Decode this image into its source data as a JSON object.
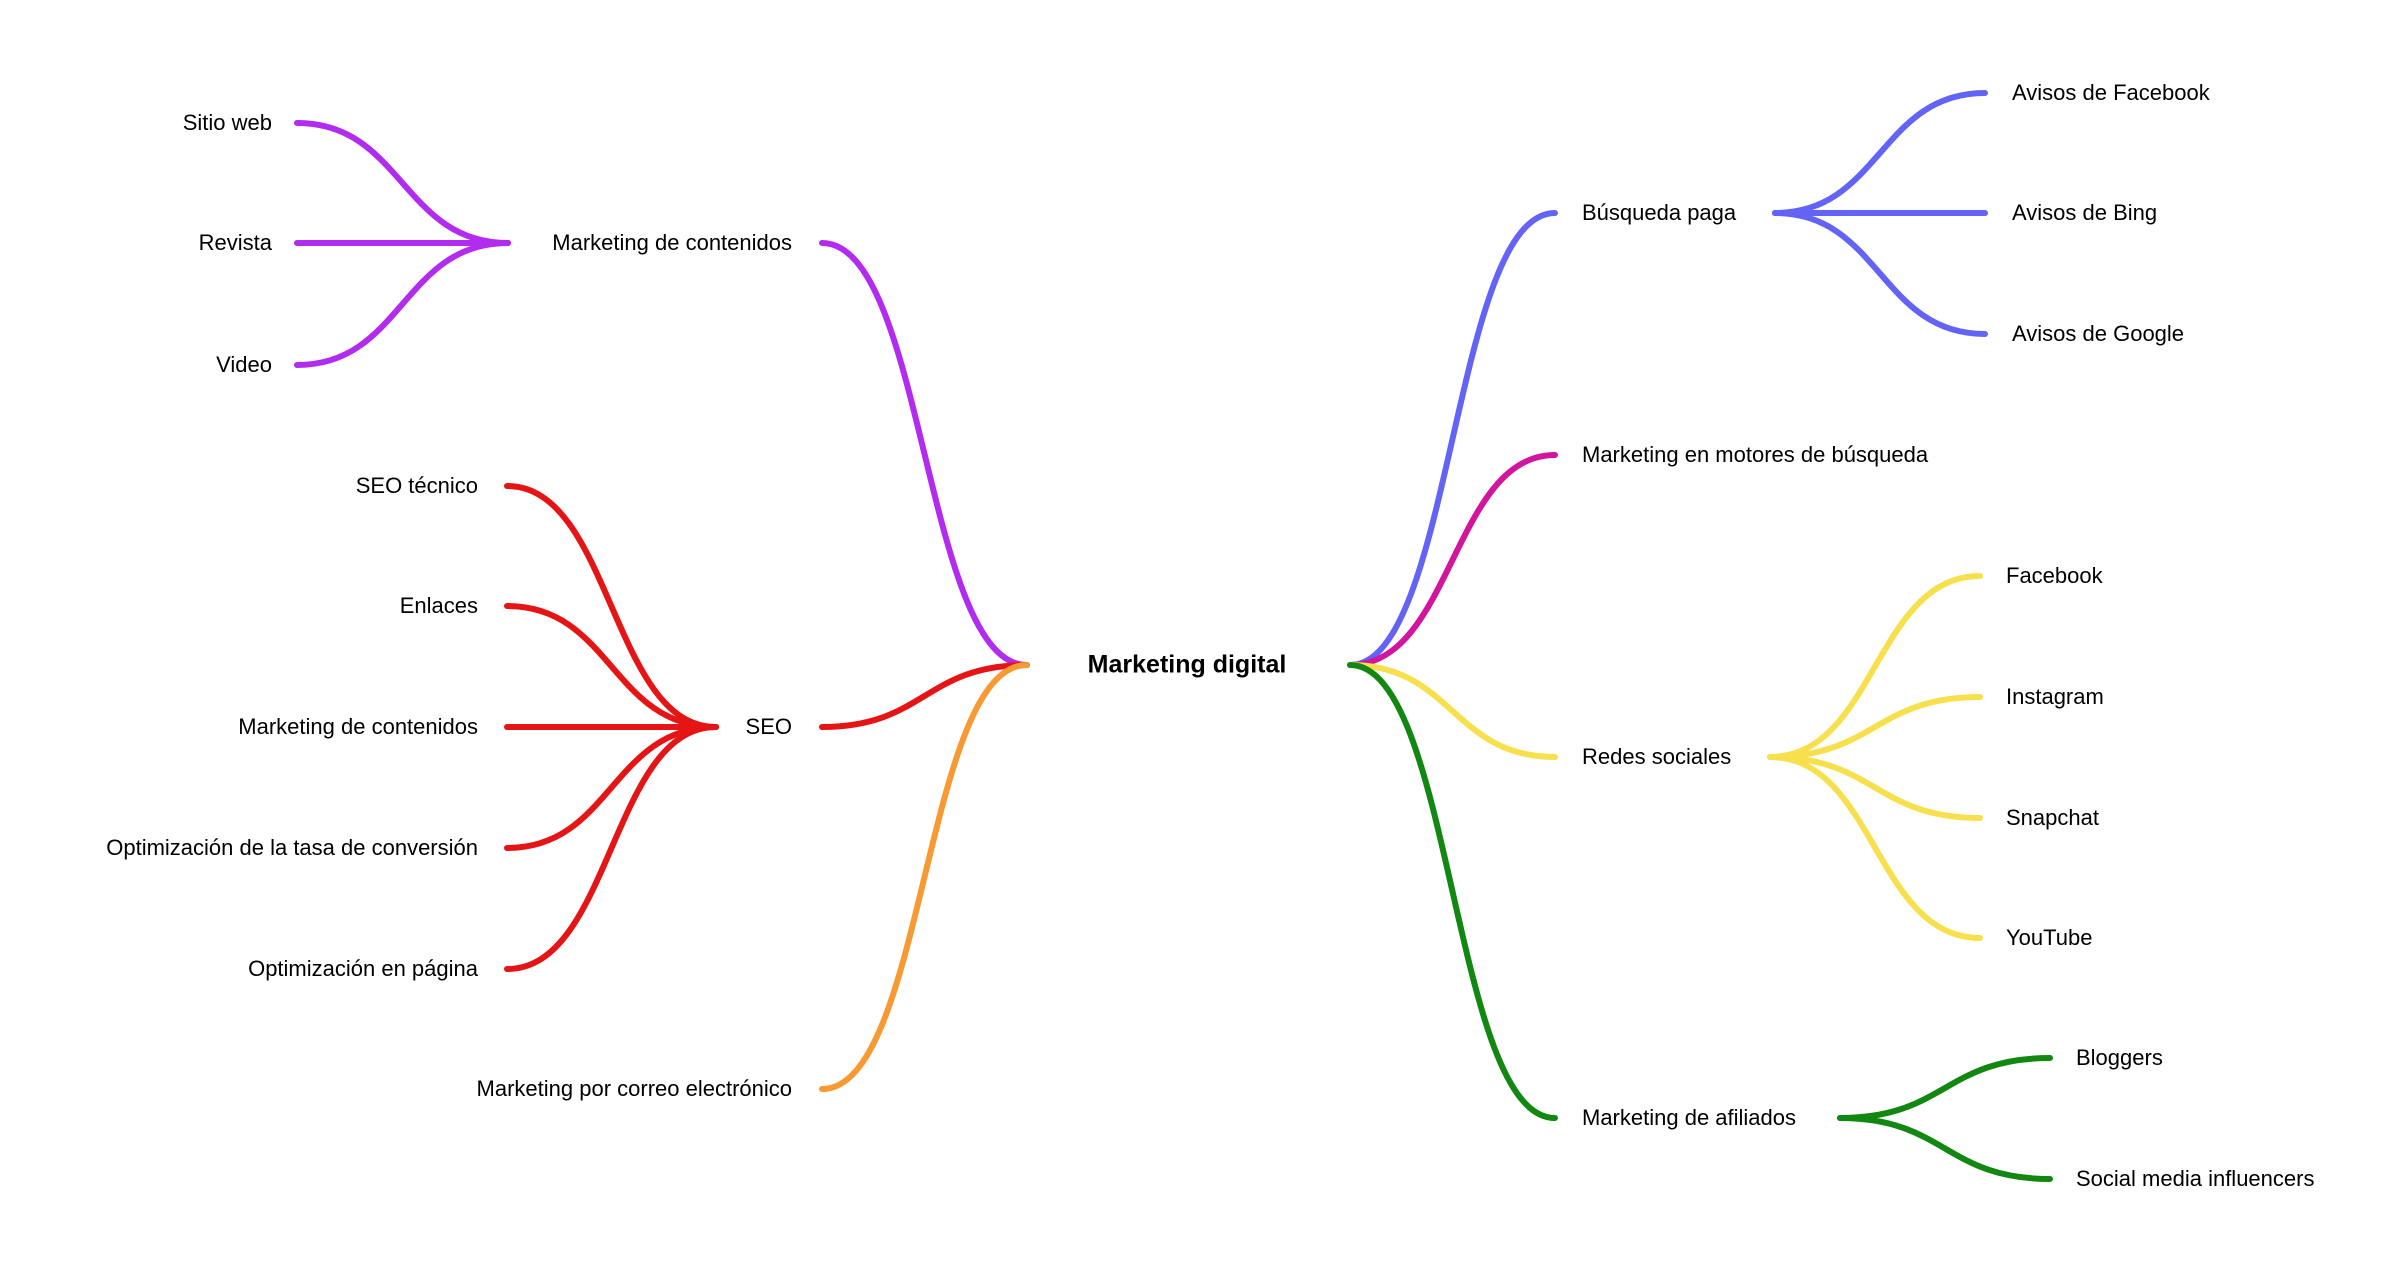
{
  "root": {
    "label": "Marketing digital"
  },
  "colors": {
    "purple": "#b22cf0",
    "red": "#e51515",
    "orange": "#f79a33",
    "blue": "#6363f5",
    "magenta": "#d1159e",
    "yellow": "#f7e04d",
    "green": "#128712"
  },
  "branches": [
    {
      "label": "Marketing de contenidos",
      "side": "left",
      "color_key": "purple",
      "children": [
        "Sitio web",
        "Revista",
        "Video"
      ]
    },
    {
      "label": "SEO",
      "side": "left",
      "color_key": "red",
      "children": [
        "SEO técnico",
        "Enlaces",
        "Marketing de contenidos",
        "Optimización de la tasa de conversión",
        "Optimización en página"
      ]
    },
    {
      "label": "Marketing por correo electrónico",
      "side": "left",
      "color_key": "orange",
      "children": []
    },
    {
      "label": "Búsqueda paga",
      "side": "right",
      "color_key": "blue",
      "children": [
        "Avisos de Facebook",
        "Avisos de Bing",
        "Avisos de Google"
      ]
    },
    {
      "label": "Marketing en motores de búsqueda",
      "side": "right",
      "color_key": "magenta",
      "children": []
    },
    {
      "label": "Redes sociales",
      "side": "right",
      "color_key": "yellow",
      "children": [
        "Facebook",
        "Instagram",
        "Snapchat",
        "YouTube"
      ]
    },
    {
      "label": "Marketing de afiliados",
      "side": "right",
      "color_key": "green",
      "children": [
        "Bloggers",
        "Social media influencers"
      ]
    }
  ]
}
